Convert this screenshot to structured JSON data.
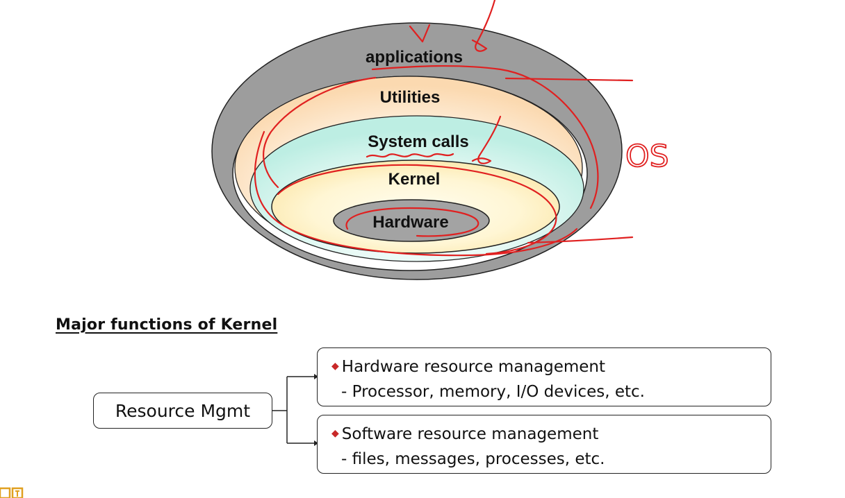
{
  "diagram": {
    "layers": [
      {
        "id": "applications",
        "label": "applications",
        "fill": "#9a9a9a"
      },
      {
        "id": "utilities",
        "label": "Utilities",
        "fill": "#fde3c4"
      },
      {
        "id": "system-calls",
        "label": "System calls",
        "fill": "#d6f4ee"
      },
      {
        "id": "kernel",
        "label": "Kernel",
        "fill": "#fdf2c4"
      },
      {
        "id": "hardware",
        "label": "Hardware",
        "fill": "#9a9a9a"
      }
    ],
    "annotation_os": "OS",
    "annotation_color": "#e02020"
  },
  "section": {
    "heading": "Major functions of Kernel",
    "resource_label": "Resource Mgmt",
    "functions": [
      {
        "bullet": "◆",
        "title": "Hardware resource management",
        "detail": "- Processor, memory, I/O devices, etc."
      },
      {
        "bullet": "◆",
        "title": "Software resource management",
        "detail": "- files, messages, processes, etc."
      }
    ]
  },
  "colors": {
    "bullet": "#c82828",
    "outline": "#222222",
    "logo": "#e0a020"
  },
  "icons": {
    "logo": "logo-icon"
  }
}
